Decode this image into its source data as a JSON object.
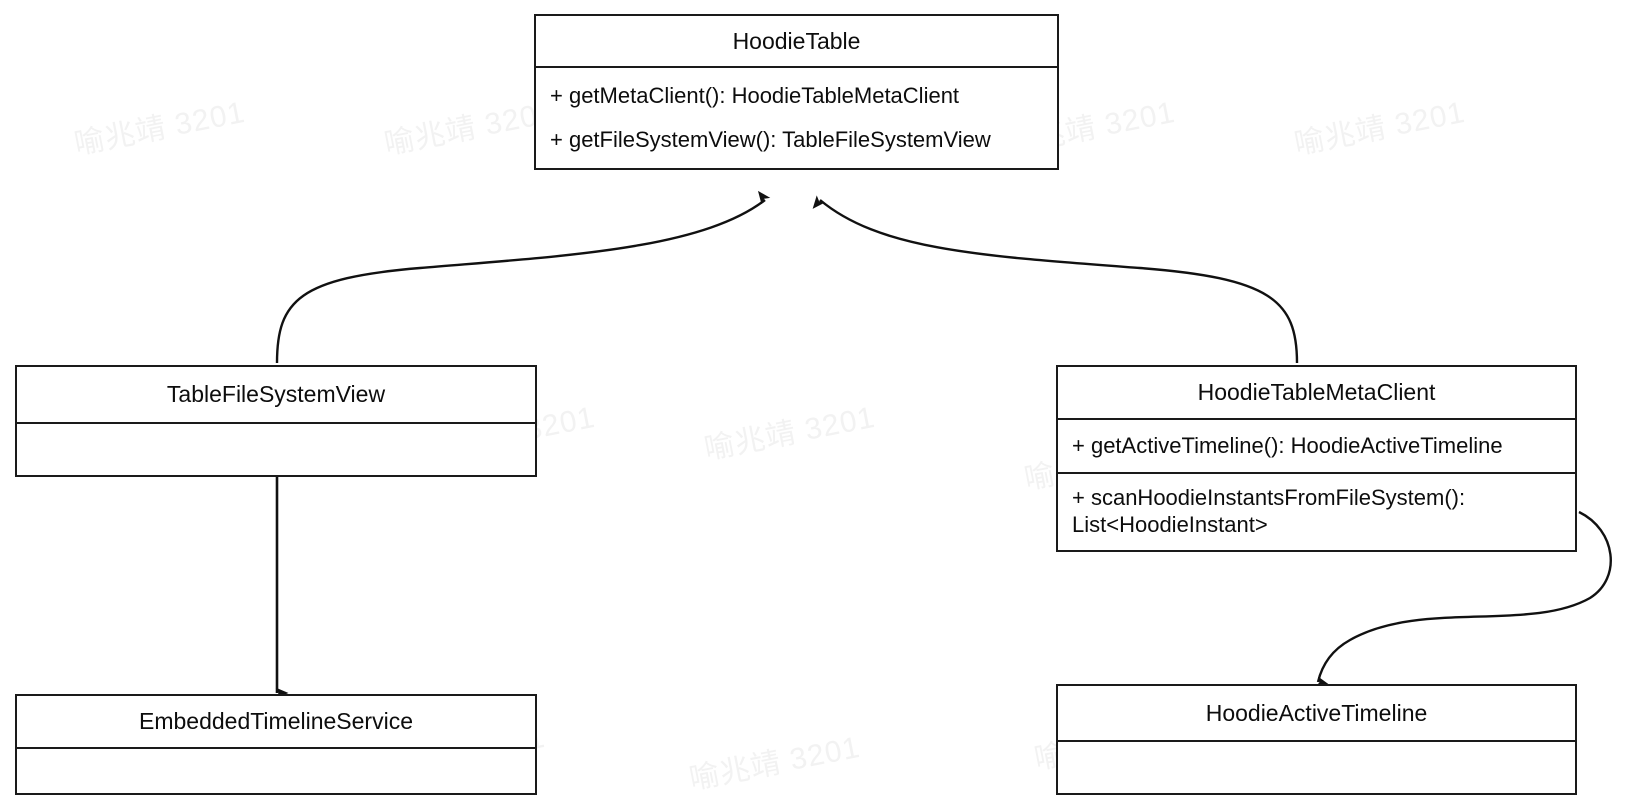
{
  "diagram": {
    "kind": "uml-class-diagram",
    "background_color": "#ffffff",
    "line_color": "#1a1a1a",
    "text_color": "#0d0d0d",
    "watermark": {
      "text": "喻兆靖 3201",
      "color": "#f2f2f2",
      "rotation_deg": -11
    },
    "classes": [
      {
        "id": "hoodie-table",
        "name": "HoodieTable",
        "members": [
          "+ getMetaClient(): HoodieTableMetaClient",
          "+ getFileSystemView(): TableFileSystemView"
        ]
      },
      {
        "id": "table-file-system-view",
        "name": "TableFileSystemView",
        "members": []
      },
      {
        "id": "hoodie-table-meta-client",
        "name": "HoodieTableMetaClient",
        "members": [
          "+ getActiveTimeline(): HoodieActiveTimeline",
          "+ scanHoodieInstantsFromFileSystem():\nList<HoodieInstant>"
        ]
      },
      {
        "id": "embedded-timeline-service",
        "name": "EmbeddedTimelineService",
        "members": []
      },
      {
        "id": "hoodie-active-timeline",
        "name": "HoodieActiveTimeline",
        "members": []
      }
    ],
    "relations": [
      {
        "id": "rel-tfsv-to-hoodietable",
        "from": "TableFileSystemView",
        "to": "HoodieTable",
        "style": "curved",
        "arrow": "open-arrow-at-target"
      },
      {
        "id": "rel-htmc-to-hoodietable",
        "from": "HoodieTableMetaClient",
        "to": "HoodieTable",
        "style": "curved",
        "arrow": "open-arrow-at-target"
      },
      {
        "id": "rel-tfsv-to-ets",
        "from": "TableFileSystemView",
        "to": "EmbeddedTimelineService",
        "style": "straight",
        "arrow": "open-arrow-at-target"
      },
      {
        "id": "rel-htmc-to-hat",
        "from": "HoodieTableMetaClient",
        "to": "HoodieActiveTimeline",
        "style": "curved",
        "arrow": "open-arrow-at-target"
      }
    ]
  }
}
